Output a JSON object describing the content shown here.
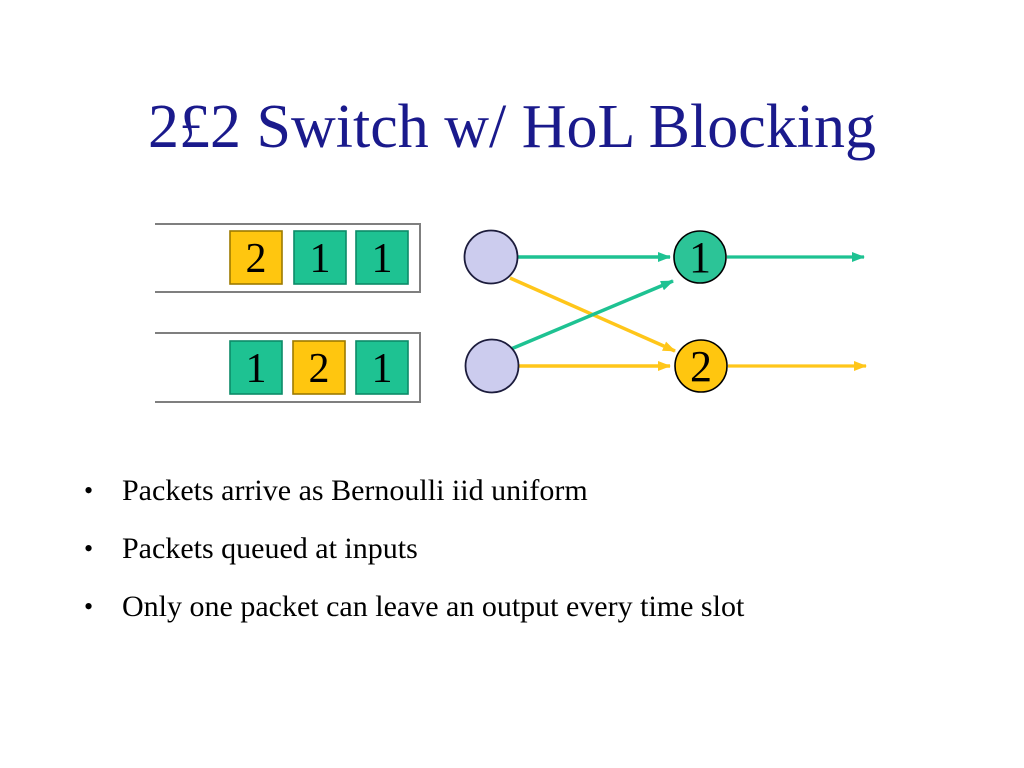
{
  "title": {
    "text": "2£2 Switch w/ HoL Blocking",
    "color": "#1A1A8C"
  },
  "colors": {
    "background": "#FFFFFF",
    "arrow_green": "#1EC292",
    "arrow_yellow": "#FFC61A",
    "queue_outline": "#7F7F7F",
    "input_port_fill": "#CCCCEE",
    "input_port_border": "#1C1C3C",
    "output_port_border": "#000000",
    "bullet_text": "#000000"
  },
  "diagram": {
    "input_queues": [
      {
        "name": "input queue 1",
        "cells": [
          {
            "value": "2",
            "dest": "output-2",
            "fill": "#FFC60F",
            "border": "#9C7A00"
          },
          {
            "value": "1",
            "dest": "output-1",
            "fill": "#1EC292",
            "border": "#0C8A68"
          },
          {
            "value": "1",
            "dest": "output-1",
            "fill": "#1EC292",
            "border": "#0C8A68"
          }
        ]
      },
      {
        "name": "input queue 2",
        "cells": [
          {
            "value": "1",
            "dest": "output-1",
            "fill": "#1EC292",
            "border": "#0C8A68"
          },
          {
            "value": "2",
            "dest": "output-2",
            "fill": "#FFC60F",
            "border": "#9C7A00"
          },
          {
            "value": "1",
            "dest": "output-1",
            "fill": "#1EC292",
            "border": "#0C8A68"
          }
        ]
      }
    ],
    "output_ports": [
      {
        "label": "1",
        "fill": "#2CC497"
      },
      {
        "label": "2",
        "fill": "#FFC60F"
      }
    ]
  },
  "bullets": [
    "Packets arrive as Bernoulli iid uniform",
    "Packets queued at inputs",
    "Only one packet can leave an output every time slot"
  ]
}
